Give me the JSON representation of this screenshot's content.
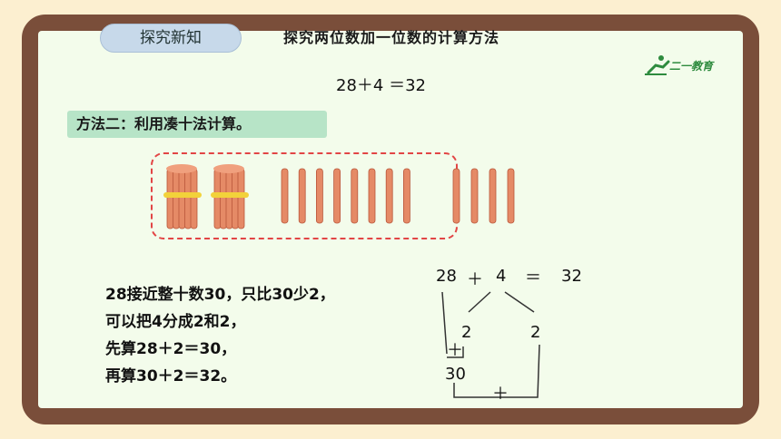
{
  "header": {
    "tag_label": "探究新知",
    "title": "探究两位数加一位数的计算方法",
    "logo_text": "二一教育"
  },
  "equation": "28＋4 ＝32",
  "method_label": "方法二：利用凑十法计算。",
  "sticks": {
    "bundles": 2,
    "group_singles": 8,
    "extra_singles": 4,
    "stick_color": "#E58A66",
    "tie_color": "#F2D23A"
  },
  "explanation": [
    "28接近整十数30，只比30少2，",
    "可以把4分成2和2，",
    "先算28＋2＝30，",
    "再算30＋2＝32。"
  ],
  "diagram": {
    "a": "28",
    "plus1": "＋",
    "b": "4",
    "eq": "＝",
    "result": "32",
    "split_left": "2",
    "split_right": "2",
    "plus2": "＋",
    "mid": "30",
    "plus3": "＋"
  },
  "colors": {
    "frame": "#7A4E3A",
    "board": "#F3FCEB",
    "method_bg": "#B7E4C7",
    "dash": "#E24545"
  }
}
